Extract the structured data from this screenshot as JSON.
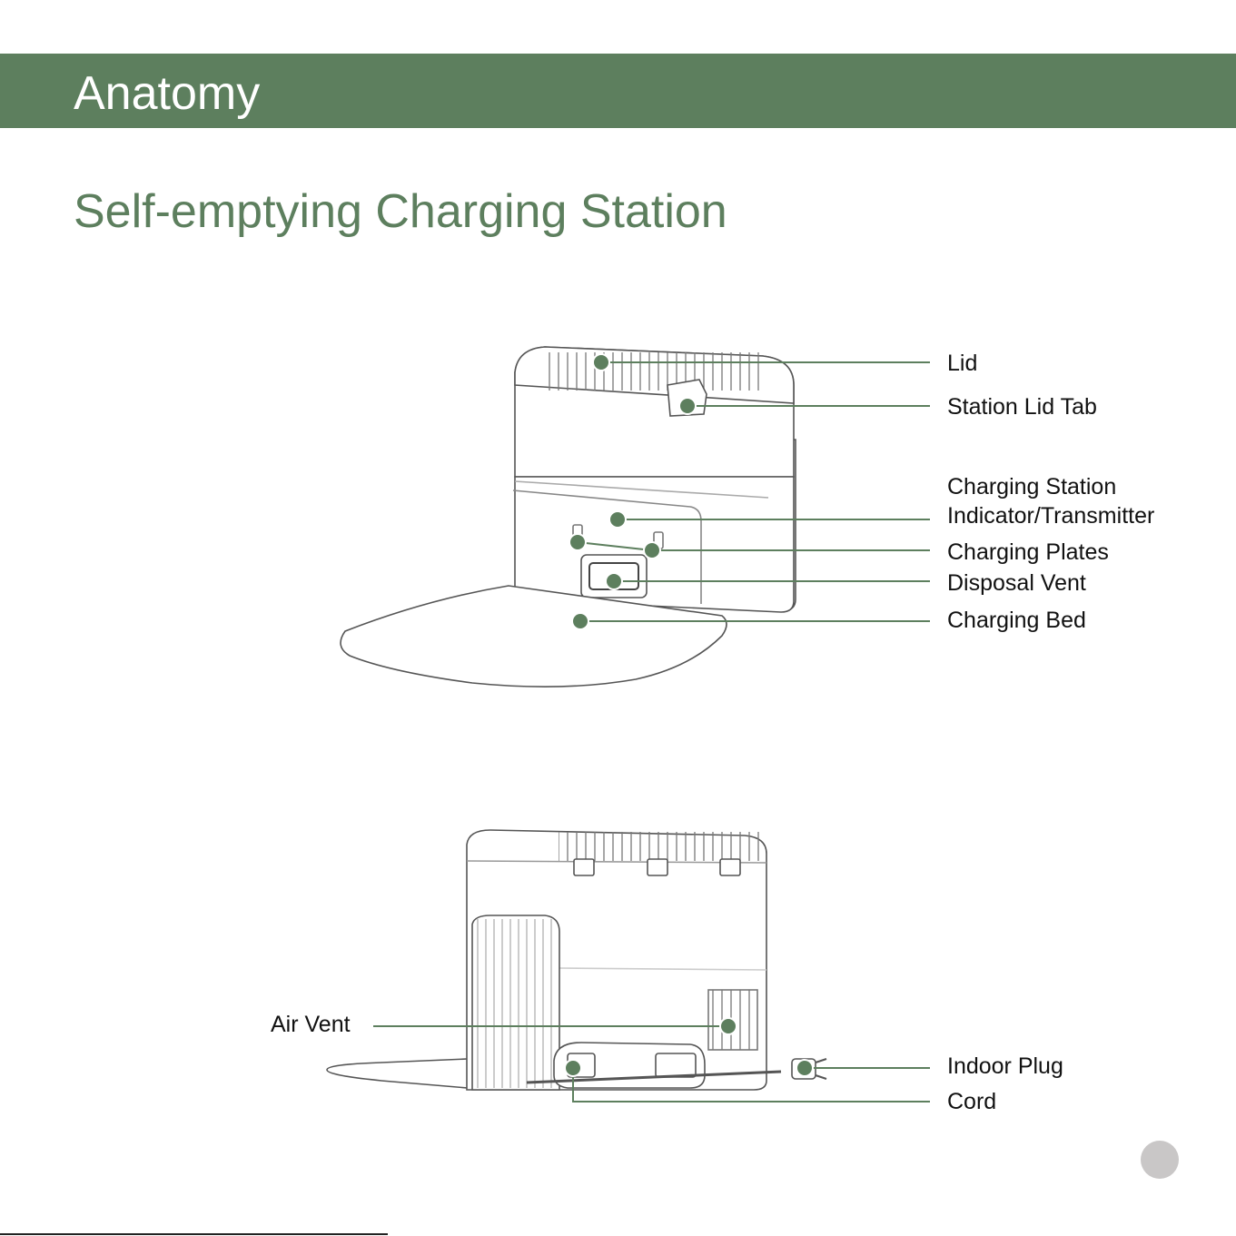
{
  "header": {
    "title": "Anatomy"
  },
  "section": {
    "title": "Self-emptying Charging Station"
  },
  "front_view": {
    "labels": {
      "lid": "Lid",
      "station_lid_tab": "Station Lid Tab",
      "indicator_line1": "Charging Station",
      "indicator_line2": "Indicator/Transmitter",
      "charging_plates": "Charging Plates",
      "disposal_vent": "Disposal Vent",
      "charging_bed": "Charging Bed"
    }
  },
  "back_view": {
    "labels": {
      "air_vent": "Air Vent",
      "indoor_plug": "Indoor Plug",
      "cord": "Cord"
    }
  },
  "colors": {
    "accent": "#5d7f5e",
    "outline": "#555555",
    "page_marker": "#c9c7c7"
  }
}
